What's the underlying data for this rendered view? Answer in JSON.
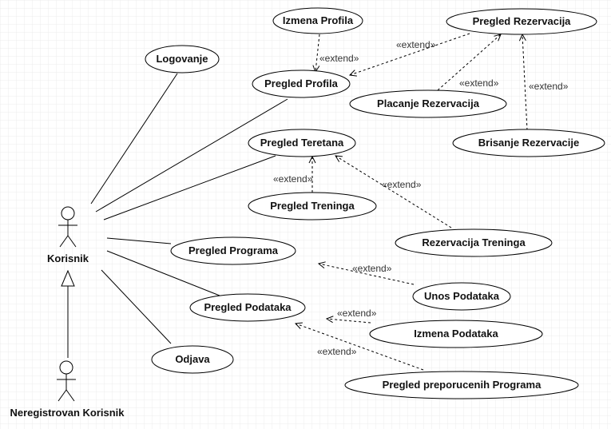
{
  "diagram": {
    "actors": {
      "korisnik": "Korisnik",
      "neregistrovan": "Neregistrovan Korisnik"
    },
    "use_cases": {
      "izmena_profila": "Izmena Profila",
      "pregled_rezervacija": "Pregled Rezervacija",
      "logovanje": "Logovanje",
      "pregled_profila": "Pregled Profila",
      "placanje_rezervacija": "Placanje Rezervacija",
      "brisanje_rezervacije": "Brisanje Rezervacije",
      "pregled_teretana": "Pregled Teretana",
      "pregled_treninga": "Pregled Treninga",
      "rezervacija_treninga": "Rezervacija Treninga",
      "pregled_programa": "Pregled Programa",
      "unos_podataka": "Unos Podataka",
      "pregled_podataka": "Pregled Podataka",
      "izmena_podataka": "Izmena Podataka",
      "odjava": "Odjava",
      "pregled_preporucenih_programa": "Pregled preporucenih Programa"
    },
    "extend_label": "«extend»",
    "colors": {
      "grid": "#e6e6e6",
      "stroke": "#000000",
      "fill": "#ffffff"
    }
  }
}
